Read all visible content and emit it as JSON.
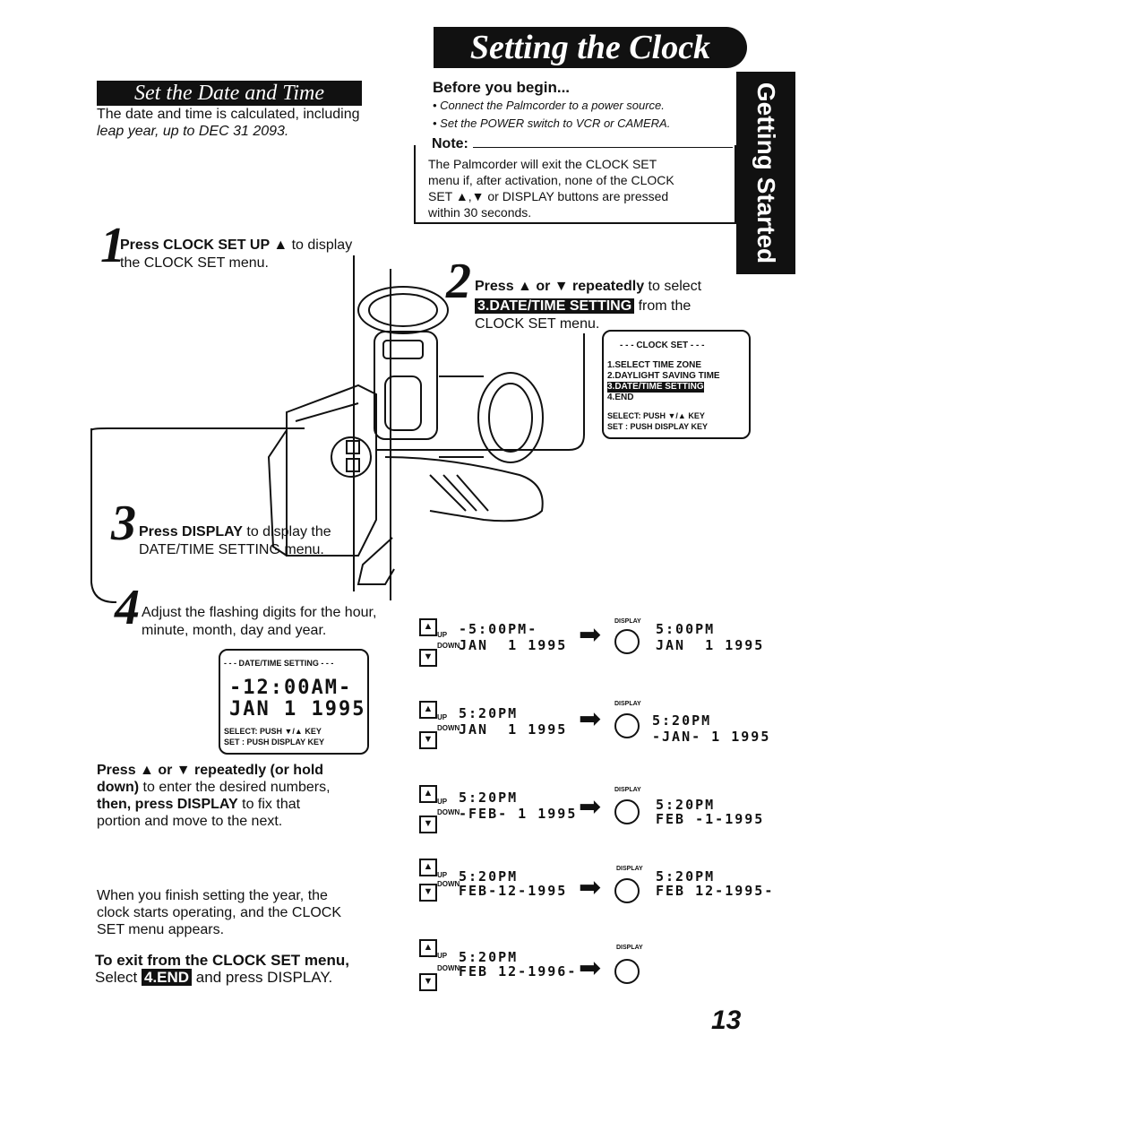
{
  "banner": {
    "title": "Setting the Clock",
    "subtitle": "Set the Date and Time"
  },
  "side_tab": "Getting Started",
  "intro": {
    "line1": "The date and time is calculated, including",
    "line2": "leap year, up to DEC 31 2093."
  },
  "before": {
    "heading": "Before you begin...",
    "item1": "• Connect the Palmcorder to a power source.",
    "item2": "• Set the POWER switch to VCR or CAMERA."
  },
  "note": {
    "heading": "Note:",
    "line1": "The Palmcorder will exit the CLOCK SET",
    "line2": "menu if, after activation, none of the CLOCK",
    "line3": "SET ▲,▼ or DISPLAY buttons are pressed",
    "line4": "within 30 seconds."
  },
  "step1": {
    "num": "1",
    "bold": "Press CLOCK SET UP ▲",
    "rest": " to display",
    "line2": "the CLOCK SET menu."
  },
  "step2": {
    "num": "2",
    "bold": "Press ▲ or ▼ repeatedly",
    "rest": " to select",
    "highlight": "3.DATE/TIME SETTING",
    "after": " from the",
    "line3": "CLOCK SET menu."
  },
  "clock_menu": {
    "title": "- - - CLOCK SET - - -",
    "item1": "1.SELECT TIME ZONE",
    "item2": "2.DAYLIGHT SAVING TIME",
    "item3": "3.DATE/TIME SETTING",
    "item4": "4.END",
    "foot1": "SELECT: PUSH ▼/▲ KEY",
    "foot2": "SET     : PUSH DISPLAY KEY"
  },
  "step3": {
    "num": "3",
    "bold": "Press DISPLAY",
    "rest": " to display the",
    "line2": "DATE/TIME SETTING menu."
  },
  "step4": {
    "num": "4",
    "line1": "Adjust the flashing digits for the hour,",
    "line2": "minute, month, day and year."
  },
  "dt_menu": {
    "title": "- - - DATE/TIME SETTING - - -",
    "time": "-12:00AM-",
    "date": "JAN  1 1995",
    "foot1": "SELECT: PUSH ▼/▲ KEY",
    "foot2": "SET     : PUSH DISPLAY KEY"
  },
  "instr": {
    "bold1": "Press ▲ or ▼ repeatedly (or hold",
    "bold2": "down)",
    "rest2": " to enter the desired numbers,",
    "bold3": "then, press DISPLAY",
    "rest3": " to fix that",
    "line4": "portion and move to the next."
  },
  "finish": {
    "line1": "When you finish setting the year, the",
    "line2": "clock starts operating, and the CLOCK",
    "line3": "SET menu appears."
  },
  "exit": {
    "heading": "To exit from the CLOCK SET menu,",
    "pre": "Select ",
    "highlight": "4.END",
    "post": " and press DISPLAY."
  },
  "labels": {
    "up": "UP",
    "down": "DOWN",
    "display": "DISPLAY"
  },
  "sequence": [
    {
      "before_time": "-5:00PM-",
      "before_date": "JAN  1 1995",
      "after_time": "5:00PM",
      "after_date": "JAN  1 1995"
    },
    {
      "before_time": "5:20PM",
      "before_date": "JAN  1 1995",
      "after_time": "5:20PM",
      "after_date": "-JAN- 1 1995"
    },
    {
      "before_time": "5:20PM",
      "before_date": "-FEB- 1 1995",
      "after_time": "5:20PM",
      "after_date": "FEB -1-1995"
    },
    {
      "before_time": "5:20PM",
      "before_date": "FEB-12-1995",
      "after_time": "5:20PM",
      "after_date": "FEB 12-1995-"
    },
    {
      "before_time": "5:20PM",
      "before_date": "FEB 12-1996-",
      "after_time": "",
      "after_date": ""
    }
  ],
  "page_number": "13"
}
